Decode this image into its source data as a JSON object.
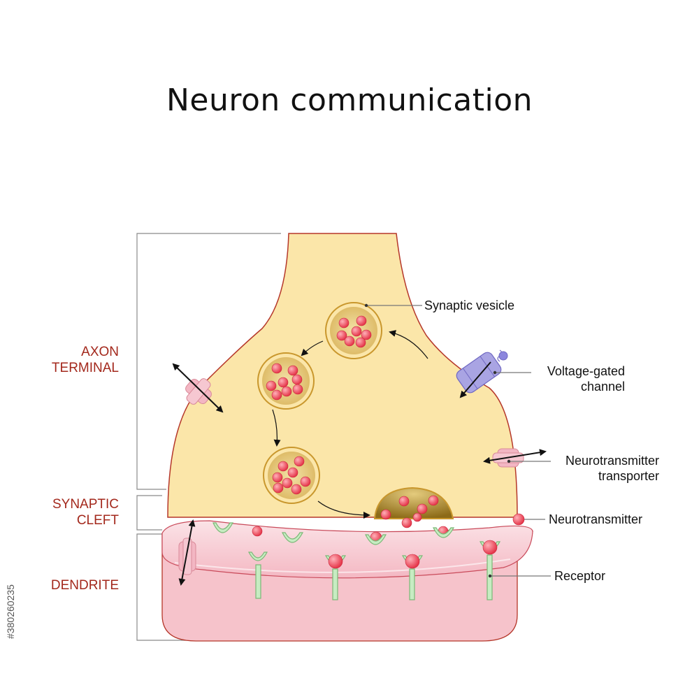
{
  "title": "Neuron communication",
  "regions": {
    "axon_terminal": [
      "AXON",
      "TERMINAL"
    ],
    "synaptic_cleft": [
      "SYNAPTIC",
      "CLEFT"
    ],
    "dendrite": "DENDRITE"
  },
  "labels": {
    "synaptic_vesicle": "Synaptic vesicle",
    "voltage_gated_channel": [
      "Voltage-gated",
      "channel"
    ],
    "neurotransmitter_transporter": [
      "Neurotransmitter",
      "transporter"
    ],
    "neurotransmitter": "Neurotransmitter",
    "receptor": "Receptor"
  },
  "stock_id": "#380260235",
  "colors": {
    "axon_fill": "#fbe6a9",
    "axon_stroke": "#b5372a",
    "dendrite_fill": "#f6c3cb",
    "dendrite_side": "#f9d4da",
    "vesicle_fill": "#e9cf86",
    "vesicle_stroke": "#c9972d",
    "neurotransmitter": "#ee4a5c",
    "receptor": "#c7ecc2",
    "channel": "#a9a4e3",
    "transporter": "#f3b6c3",
    "region_text": "#a3281c"
  }
}
